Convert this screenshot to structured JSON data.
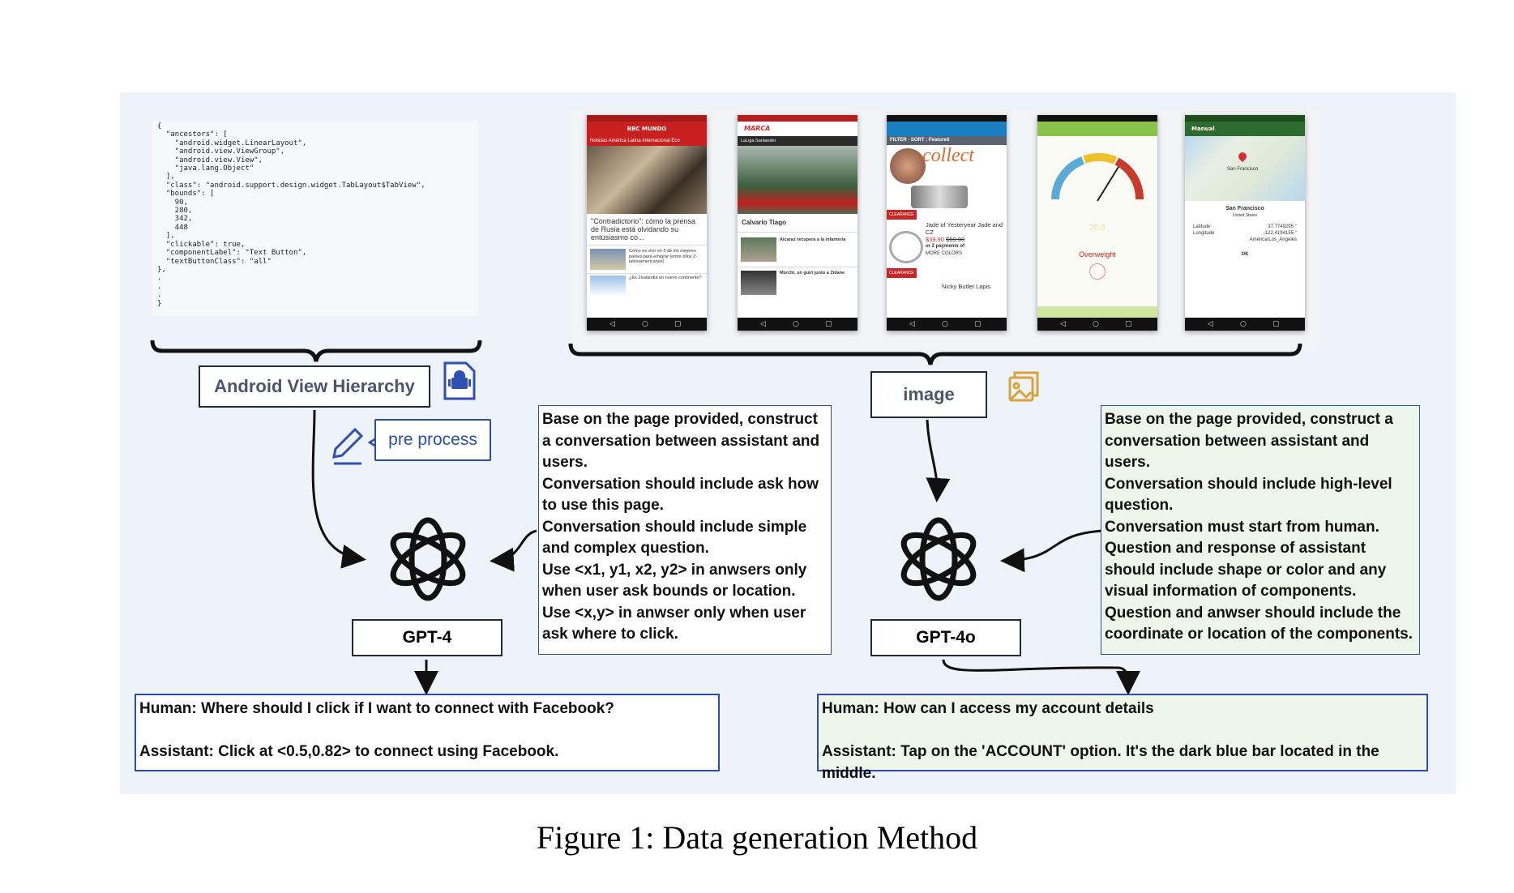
{
  "json_snippet": "{\n  \"ancestors\": [\n    \"android.widget.LinearLayout\",\n    \"android.view.ViewGroup\",\n    \"android.view.View\",\n    \"java.lang.Object\"\n  ],\n  \"class\": \"android.support.design.widget.TabLayout$TabView\",\n  \"bounds\": [\n    90,\n    280,\n    342,\n    448\n  ],\n  \"clickable\": true,\n  \"componentLabel\": \"Text Button\",\n  \"textButtonClass\": \"all\"\n},\n.\n.\n.\n}",
  "labels": {
    "android_view_hierarchy": "Android View Hierarchy",
    "pre_process": "pre process",
    "image": "image",
    "gpt4": "GPT-4",
    "gpt4o": "GPT-4o"
  },
  "icons": {
    "android_file": "android-file-icon",
    "pencil": "pencil-icon",
    "image": "image-icon",
    "openai": "openai-logo-icon"
  },
  "prompts": {
    "left": "Base on the page provided, construct a conversation between assistant and users.\nConversation should include ask how to use this page.\nConversation should include simple and complex question.\nUse  <x1, y1, x2, y2>  in anwsers only when user ask bounds or location.\nUse <x,y> in anwser only when user ask  where to click.",
    "right": "Base on the page provided, construct a conversation between assistant and users.\nConversation should include high-level question.\nConversation must start from human.\nQuestion and response of assistant should include shape or color and any visual information of components.\nQuestion and anwser should include the coordinate or location of the components."
  },
  "outputs": {
    "left": "Human: Where should I click if I want to connect with Facebook?\n\nAssistant: Click at  <0.5,0.82>  to connect using Facebook.",
    "right": "Human: How can I access my account details\n\nAssistant: Tap on the 'ACCOUNT' option. It's the dark blue bar located in the middle."
  },
  "screenshots": [
    {
      "app": "BBC MUNDO",
      "bar_color": "#c8201e",
      "tabs": "Noticias   América Latina   Internacional   Eco",
      "headline": "\"Contradictorio\": cómo la prensa de Rusia está olvidando su entusiasmo co...",
      "item1": "Cómo es vivir en 5 de los mejores países para emigrar (entre ellos 2 latinoamericanos)",
      "item2": "¿Es Zealandia un nuevo continente?"
    },
    {
      "app": "MARCA",
      "bar_color": "#d92b2b",
      "tabs": "LaLiga Santander",
      "headline": "Calvario Tiago",
      "item1": "Alcaraz recupera a la infantería",
      "item2": "Morchi, un guiri junto a Zidane"
    },
    {
      "app": "",
      "bar_color": "#1a7fc1",
      "tabs": "FILTER  ·  SORT : Featured",
      "headline": "Jade of Yesteryear Jade and CZ",
      "price": "$39.90",
      "old_price": "$69.90",
      "item1": "or 2 payments of",
      "item2": "MORE COLORS",
      "item3": "Nicky Butler Lapis",
      "badge": "CLEARANCE",
      "promo": "collect"
    },
    {
      "app": "",
      "bar_color": "#8bc34a",
      "tabs": "",
      "headline": "26.0",
      "status": "Overweight"
    },
    {
      "app": "Manual",
      "bar_color": "#2e6b2e",
      "tabs": "",
      "city": "San Francisco",
      "country": "United States",
      "lat_label": "Latitude",
      "lat": "37.7749295 °",
      "lon_label": "Longitude",
      "lon": "-122.4194155 °",
      "tz": "America/Los_Angeles",
      "ok": "OK"
    }
  ],
  "caption": "Figure 1: Data generation Method"
}
